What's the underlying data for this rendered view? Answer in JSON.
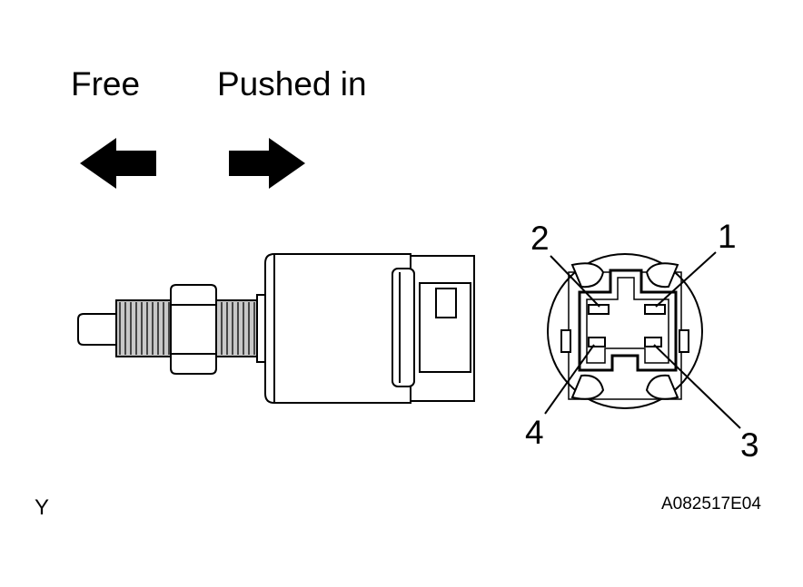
{
  "labels": {
    "free": "Free",
    "pushed_in": "Pushed in",
    "pin_1": "1",
    "pin_2": "2",
    "pin_3": "3",
    "pin_4": "4",
    "corner_mark": "Y",
    "figure_code": "A082517E04"
  },
  "icons": {
    "left_arrow": "arrow-left-icon",
    "right_arrow": "arrow-right-icon"
  },
  "colors": {
    "ink": "#000000",
    "shade": "#d0d0d0",
    "background": "#ffffff"
  }
}
